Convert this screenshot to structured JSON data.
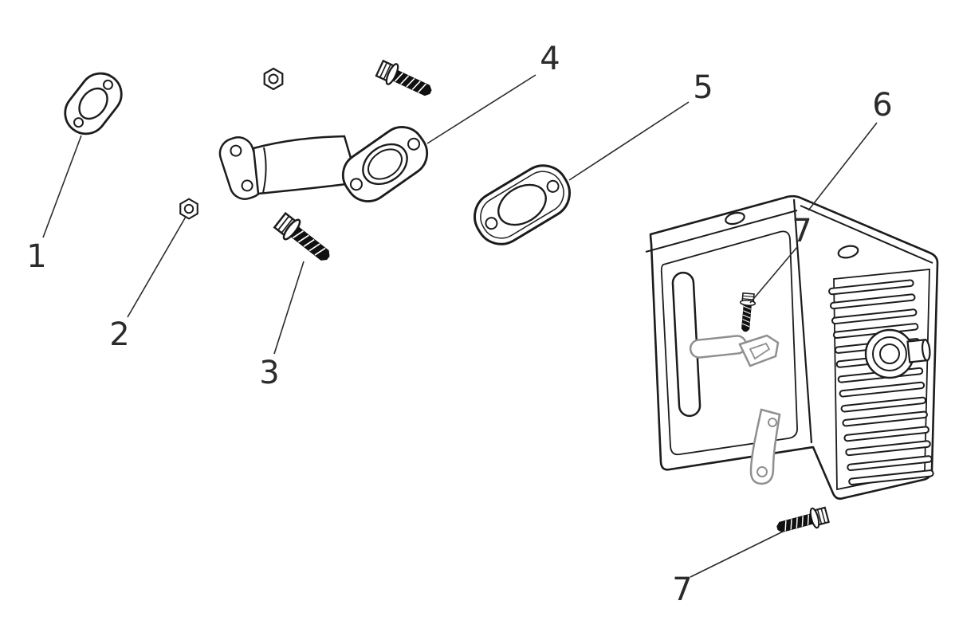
{
  "diagram": {
    "background_color": "#ffffff",
    "line_color": "#1c1c1c",
    "accent_gray": "#8f8f8f",
    "thread_color": "#101010",
    "callouts": [
      {
        "label": "1",
        "part": "exhaust-gasket"
      },
      {
        "label": "2",
        "part": "hex-flange-nut"
      },
      {
        "label": "3",
        "part": "flange-bolt"
      },
      {
        "label": "4",
        "part": "exhaust-pipe"
      },
      {
        "label": "5",
        "part": "muffler-gasket"
      },
      {
        "label": "6",
        "part": "muffler"
      },
      {
        "label": "7",
        "part": "muffler-face-bolt"
      },
      {
        "label": "7",
        "part": "muffler-lower-bolt"
      }
    ]
  }
}
